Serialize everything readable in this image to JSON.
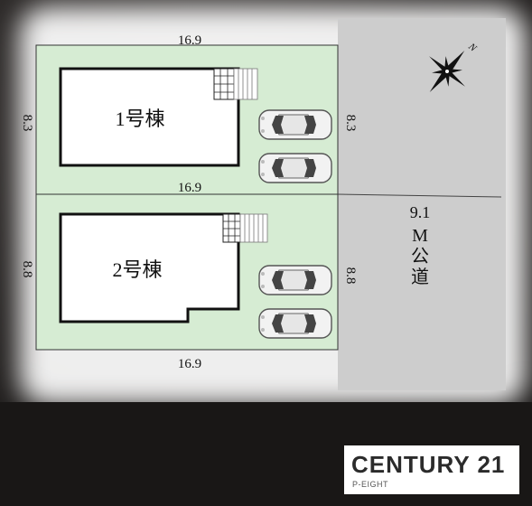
{
  "lots": [
    {
      "building_label": "1号棟",
      "frontage": "16.9",
      "depth": "8.3"
    },
    {
      "building_label": "2号棟",
      "frontage": "16.9",
      "depth": "8.8"
    }
  ],
  "bottom_frontage": "16.9",
  "road": {
    "width": "9.1",
    "label": "M公道"
  },
  "compass": {
    "north_label": "N"
  },
  "logo": {
    "brand": "CENTURY 21",
    "sub": "P-EIGHT"
  },
  "colors": {
    "lot": "#d6ecd3",
    "road": "#cdcdcd",
    "background": "#1b1918",
    "logo_bg": "#ffffff"
  }
}
